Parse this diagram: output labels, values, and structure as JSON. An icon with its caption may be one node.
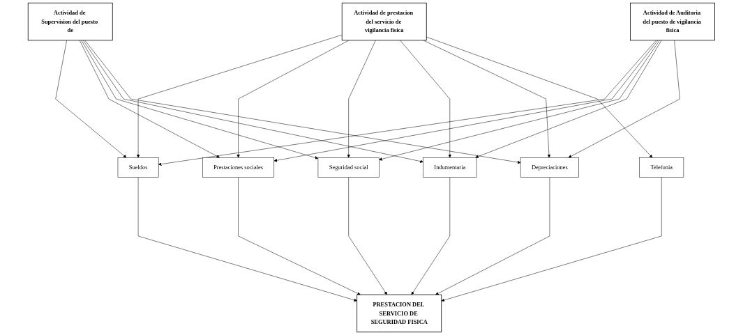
{
  "diagram": {
    "nodes": [
      {
        "text": [
          "Actividad de prestacion del servicio de vigilancia fisica"
        ]
      },
      {
        "text": [
          "Actividad de Supervision del puesto de"
        ]
      },
      {
        "text": [
          "Actividad de Auditoria del puesto de vigilancia fisica"
        ]
      },
      {
        "text": [
          "Sueldos"
        ]
      },
      {
        "text": [
          "Prestaciones sociales"
        ]
      },
      {
        "text": [
          "Seguridad social"
        ]
      },
      {
        "text": [
          "Indumentaria"
        ]
      },
      {
        "text": [
          "Depreciaciones"
        ]
      },
      {
        "text": [
          "Telefonia"
        ]
      },
      {
        "text": [
          "PRESTACION DEL SERVICIO DE SEGURIDAD FISICA"
        ]
      }
    ],
    "edges": [
      {
        "from": 0,
        "to": 3,
        "arrow": "to"
      },
      {
        "from": 0,
        "to": 4,
        "arrow": "to"
      },
      {
        "from": 0,
        "to": 5,
        "arrow": "to"
      },
      {
        "from": 0,
        "to": 6,
        "arrow": "to"
      },
      {
        "from": 0,
        "to": 7,
        "arrow": "to"
      },
      {
        "from": 0,
        "to": 8,
        "arrow": "to"
      },
      {
        "from": 1,
        "to": 3,
        "arrow": "to"
      },
      {
        "from": 1,
        "to": 4,
        "arrow": "to"
      },
      {
        "from": 1,
        "to": 5,
        "arrow": "to"
      },
      {
        "from": 1,
        "to": 6,
        "arrow": "to"
      },
      {
        "from": 1,
        "to": 7,
        "arrow": "to"
      },
      {
        "from": 2,
        "to": 3,
        "arrow": "to"
      },
      {
        "from": 2,
        "to": 4,
        "arrow": "to"
      },
      {
        "from": 2,
        "to": 5,
        "arrow": "to"
      },
      {
        "from": 2,
        "to": 6,
        "arrow": "to"
      },
      {
        "from": 2,
        "to": 7,
        "arrow": "to"
      },
      {
        "from": 3,
        "to": 9,
        "arrow": "to"
      },
      {
        "from": 4,
        "to": 9,
        "arrow": "to"
      },
      {
        "from": 5,
        "to": 9,
        "arrow": "to"
      },
      {
        "from": 6,
        "to": 9,
        "arrow": "to"
      },
      {
        "from": 7,
        "to": 9,
        "arrow": "to"
      },
      {
        "from": 8,
        "to": 9,
        "arrow": "to"
      }
    ]
  }
}
